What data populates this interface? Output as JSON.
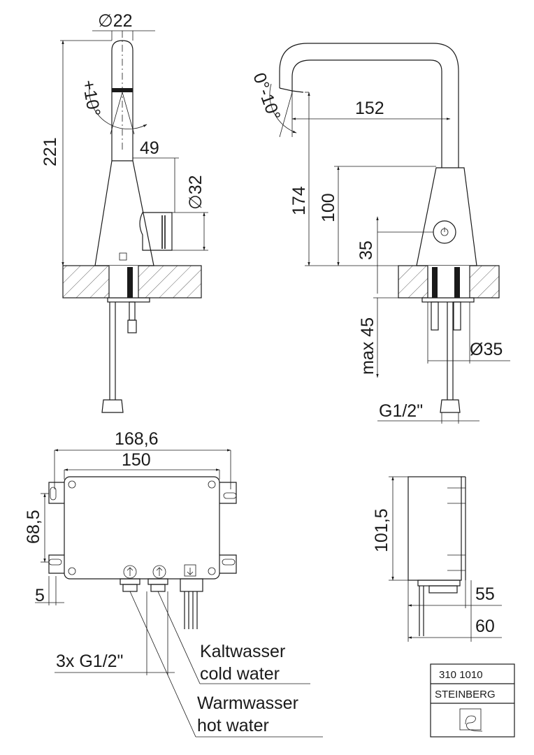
{
  "side_view": {
    "dim_diameter_spout": "∅22",
    "dim_angle_left": "+10°",
    "dim_height_total": "221",
    "dim_base_offset": "49",
    "dim_diameter_sensor": "∅32"
  },
  "front_view": {
    "dim_angle_right": "0°-10°",
    "dim_reach": "152",
    "dim_height_total": "174",
    "dim_height_body": "100",
    "dim_sensor_height": "35",
    "dim_max_thickness": "max 45",
    "dim_hole_diameter": "Ø35",
    "dim_thread": "G1/2\""
  },
  "box_view": {
    "dim_outer_width": "168,6",
    "dim_inner_width": "150",
    "dim_mount_height": "68,5",
    "dim_slot_offset": "5",
    "dim_thread_count": "3x G1/2\"",
    "label_cold_de": "Kaltwasser",
    "label_cold_en": "cold water",
    "label_hot_de": "Warmwasser",
    "label_hot_en": "hot water"
  },
  "box_side_view": {
    "dim_height": "101,5",
    "dim_depth_1": "55",
    "dim_depth_2": "60"
  },
  "title_block": {
    "article_number": "310 1010",
    "brand": "STEINBERG"
  }
}
